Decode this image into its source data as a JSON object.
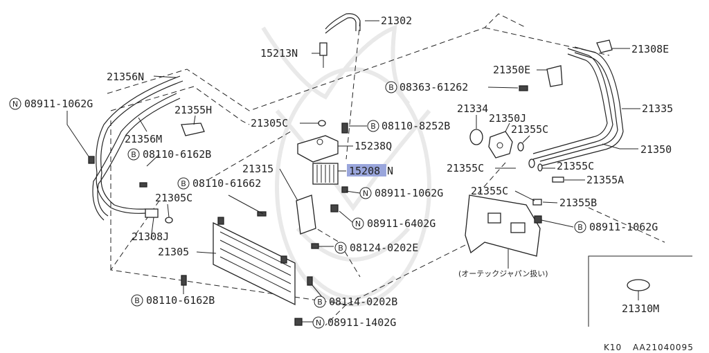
{
  "diagram": {
    "labels": {
      "p21302": "21302",
      "p15213n": "15213N",
      "p21308e": "21308E",
      "p21350e": "21350E",
      "p21356n": "21356N",
      "b08363": "08363-61262",
      "n08911_a": "08911-1062G",
      "p21335": "21335",
      "p21334": "21334",
      "p21355h": "21355H",
      "p21350j": "21350J",
      "p21305c_a": "21305C",
      "b08110_8252": "08110-8252B",
      "p21355c_a": "21355C",
      "p21356m": "21356M",
      "p15238q": "15238Q",
      "p21350": "21350",
      "b08110_6162_a": "08110-6162B",
      "p21355c_b": "21355C",
      "p21355c_c": "21355C",
      "p21315": "21315",
      "p15208n_num": "15208",
      "p15208n_suf": "N",
      "p21355a": "21355A",
      "b08110_61662": "08110-61662",
      "p21355c_d": "21355C",
      "n08911_b": "08911-1062G",
      "p21305c_b": "21305C",
      "p21355b": "21355B",
      "n08911_6402": "08911-6402G",
      "b08911_1062": "08911-1062G",
      "p21308j": "21308J",
      "b08124": "08124-0202E",
      "p21305": "21305",
      "note_japan": "(オーテックジャパン扱い)",
      "b08110_6162_b": "08110-6162B",
      "b08114": "08114-0202B",
      "p21310m": "21310M",
      "n08911_1402": "08911-1402G",
      "footer_page": "K10",
      "footer_code": "AA21040095"
    },
    "prefix": {
      "n": "N",
      "b": "B"
    },
    "highlight_color": "#9aa6dc"
  }
}
